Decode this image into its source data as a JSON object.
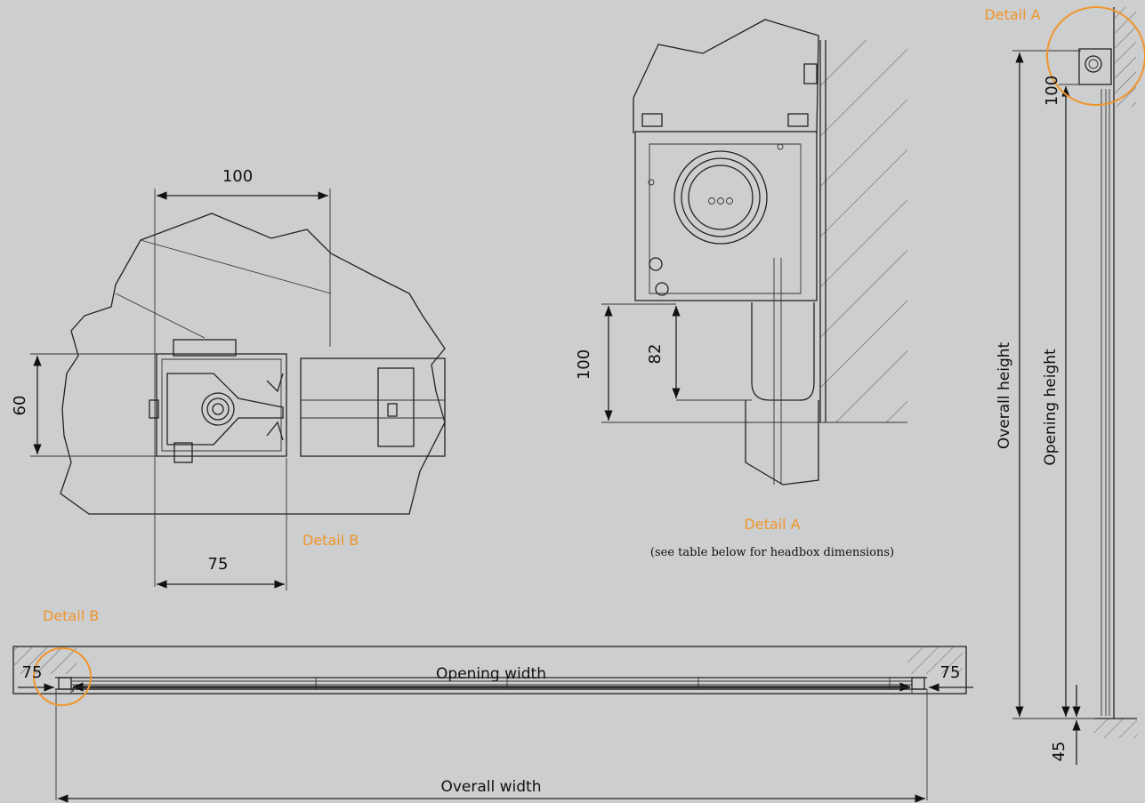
{
  "detail_labels": {
    "detail_a_top": "Detail A",
    "detail_a_caption": "Detail A",
    "detail_a_note": "(see table below for headbox dimensions)",
    "detail_b_inline": "Detail B",
    "detail_b_section": "Detail B"
  },
  "detail_b_dims": {
    "width_top": "100",
    "width_bottom": "75",
    "height_left": "60"
  },
  "detail_a_dims": {
    "height_outer": "100",
    "height_inner": "82"
  },
  "side_view_dims": {
    "top_box": "100",
    "overall_height": "Overall height",
    "opening_height": "Opening height",
    "bottom": "45"
  },
  "plan_view_dims": {
    "left": "75",
    "right": "75",
    "opening_width": "Opening width",
    "overall_width": "Overall width"
  },
  "colors": {
    "background": "#cdcecf",
    "accent": "#f0952b",
    "line": "#222222"
  }
}
